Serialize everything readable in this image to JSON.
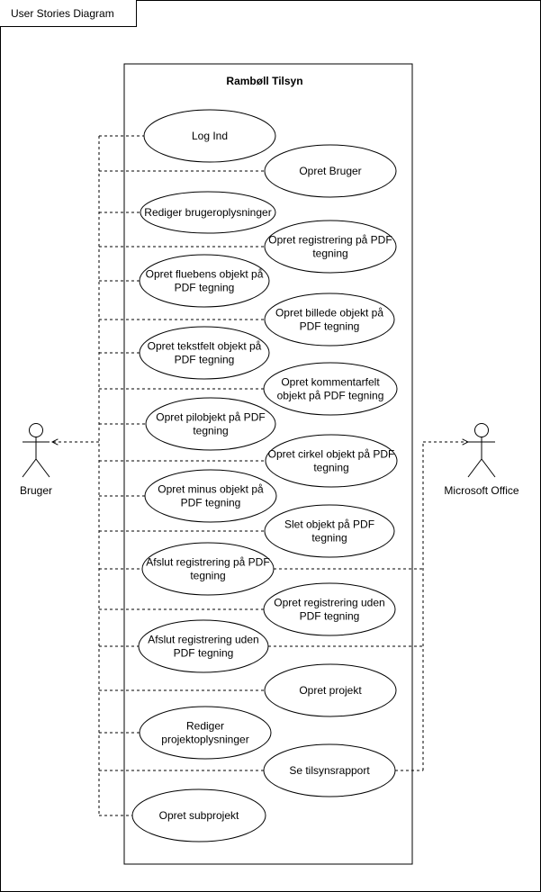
{
  "diagram_title": "User Stories Diagram",
  "system": {
    "title": "Rambøll Tilsyn"
  },
  "actors": {
    "left": "Bruger",
    "right": "Microsoft Office"
  },
  "use_cases": [
    {
      "id": "log-ind",
      "lines": [
        "Log Ind"
      ]
    },
    {
      "id": "opret-bruger",
      "lines": [
        "Opret Bruger"
      ]
    },
    {
      "id": "rediger-brugeroplysninger",
      "lines": [
        "Rediger brugeroplysninger"
      ]
    },
    {
      "id": "opret-registrering-paa-pdf-tegning",
      "lines": [
        "Opret registrering på PDF",
        "tegning"
      ]
    },
    {
      "id": "opret-fluebens-objekt",
      "lines": [
        "Opret fluebens objekt på",
        "PDF tegning"
      ]
    },
    {
      "id": "opret-billede-objekt",
      "lines": [
        "Opret billede objekt på",
        "PDF tegning"
      ]
    },
    {
      "id": "opret-tekstfelt-objekt",
      "lines": [
        "Opret tekstfelt objekt på",
        "PDF tegning"
      ]
    },
    {
      "id": "opret-kommentarfelt-objekt",
      "lines": [
        "Opret kommentarfelt",
        "objekt på PDF tegning"
      ]
    },
    {
      "id": "opret-pilobjekt",
      "lines": [
        "Opret pilobjekt på PDF",
        "tegning"
      ]
    },
    {
      "id": "opret-cirkel-objekt",
      "lines": [
        "Opret cirkel objekt på PDF",
        "tegning"
      ]
    },
    {
      "id": "opret-minus-objekt",
      "lines": [
        "Opret minus objekt på",
        "PDF tegning"
      ]
    },
    {
      "id": "slet-objekt",
      "lines": [
        "Slet objekt på PDF",
        "tegning"
      ]
    },
    {
      "id": "afslut-registrering-paa-pdf-tegning",
      "lines": [
        "Afslut registrering på PDF",
        "tegning"
      ]
    },
    {
      "id": "opret-registrering-uden-pdf-tegning",
      "lines": [
        "Opret registrering uden",
        "PDF tegning"
      ]
    },
    {
      "id": "afslut-registrering-uden-pdf-tegning",
      "lines": [
        "Afslut registrering uden",
        "PDF tegning"
      ]
    },
    {
      "id": "opret-projekt",
      "lines": [
        "Opret projekt"
      ]
    },
    {
      "id": "rediger-projektoplysninger",
      "lines": [
        "Rediger",
        "projektoplysninger"
      ]
    },
    {
      "id": "se-tilsynsrapport",
      "lines": [
        "Se tilsynsrapport"
      ]
    },
    {
      "id": "opret-subprojekt",
      "lines": [
        "Opret subprojekt"
      ]
    }
  ]
}
